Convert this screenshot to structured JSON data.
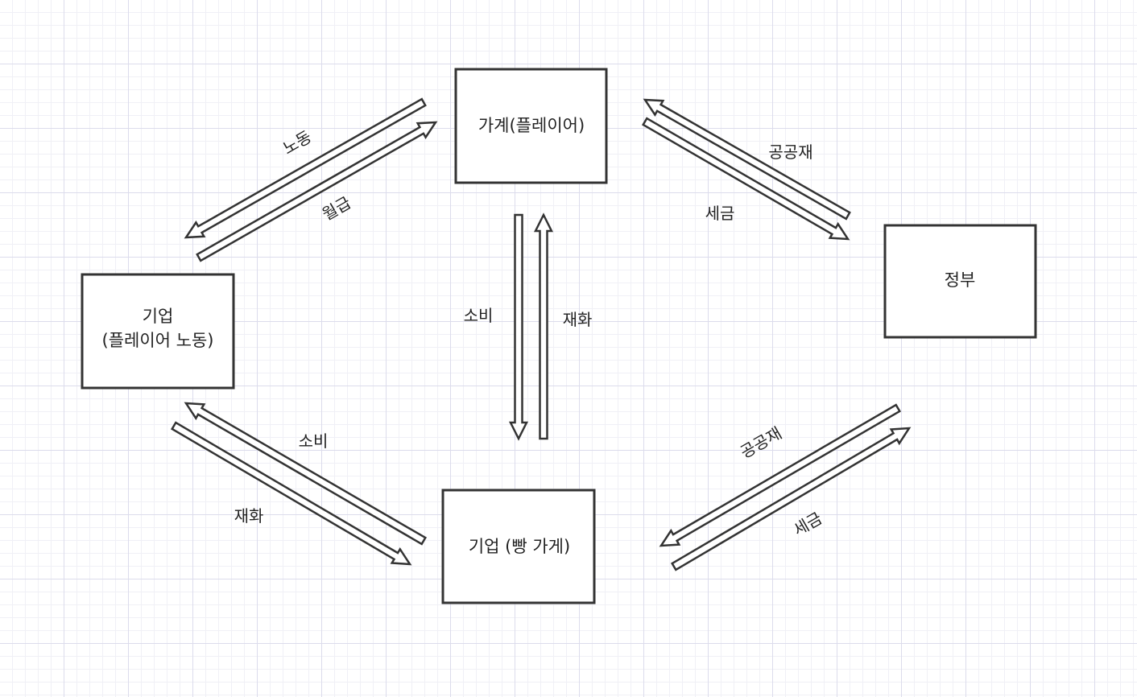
{
  "nodes": {
    "household": {
      "lines": [
        "가계(플레이어)"
      ]
    },
    "firm_labor": {
      "lines": [
        "기업",
        "(플레이어 노동)"
      ]
    },
    "government": {
      "lines": [
        "정부"
      ]
    },
    "firm_bakery": {
      "lines": [
        "기업 (빵 가게)"
      ]
    }
  },
  "edges": {
    "household_firm_labor": {
      "label_top": "노동",
      "label_bottom": "월급"
    },
    "household_government": {
      "label_top": "공공재",
      "label_bottom": "세금"
    },
    "household_firm_bakery": {
      "label_left": "소비",
      "label_right": "재화"
    },
    "firm_labor_firm_bakery": {
      "label_top": "소비",
      "label_bottom": "재화"
    },
    "firm_bakery_government": {
      "label_top": "공공재",
      "label_bottom": "세금"
    }
  }
}
